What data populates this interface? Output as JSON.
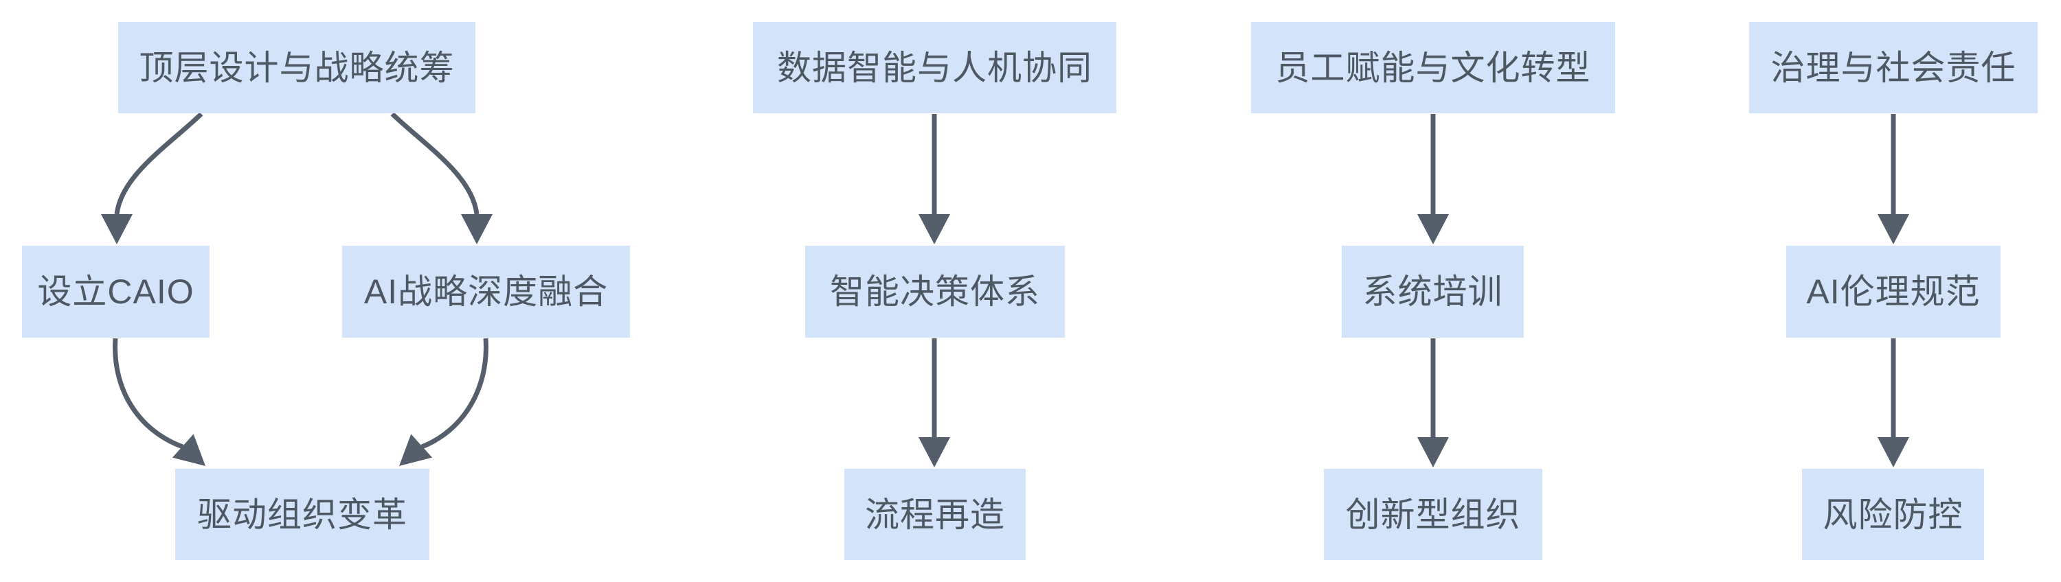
{
  "diagram": {
    "background_color": "#ffffff",
    "node_fill_color": "#d3e3fa",
    "node_text_color": "#4e5863",
    "arrow_color": "#545f6b",
    "columns": [
      {
        "id": "strategy",
        "nodes": {
          "top": "顶层设计与战略统筹",
          "left": "设立CAIO",
          "right": "AI战略深度融合",
          "bottom": "驱动组织变革"
        }
      },
      {
        "id": "data-intelligence",
        "nodes": {
          "top": "数据智能与人机协同",
          "middle": "智能决策体系",
          "bottom": "流程再造"
        }
      },
      {
        "id": "employee-culture",
        "nodes": {
          "top": "员工赋能与文化转型",
          "middle": "系统培训",
          "bottom": "创新型组织"
        }
      },
      {
        "id": "governance",
        "nodes": {
          "top": "治理与社会责任",
          "middle": "AI伦理规范",
          "bottom": "风险防控"
        }
      }
    ]
  }
}
